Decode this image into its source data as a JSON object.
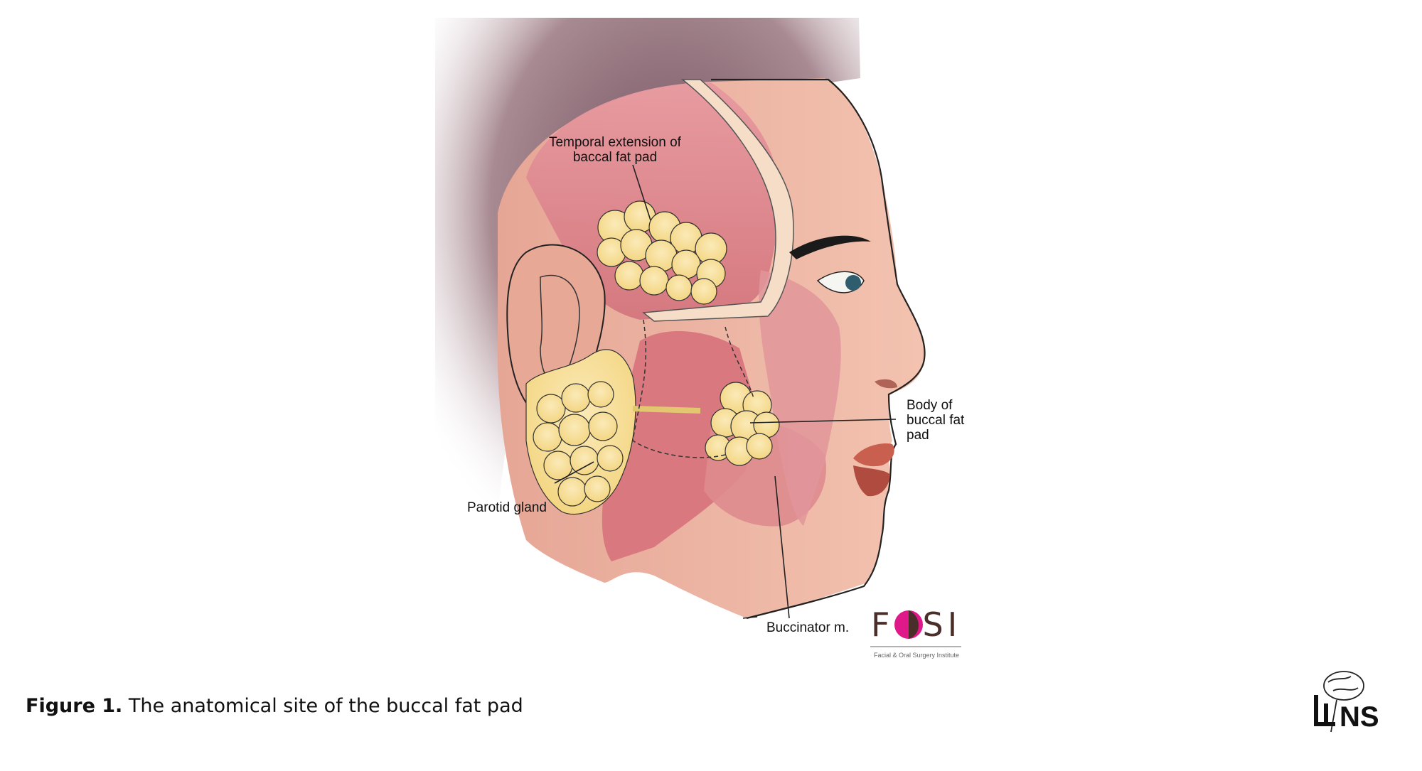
{
  "labels": {
    "temporal_extension": [
      "Temporal extension of",
      "baccal fat pad"
    ],
    "body_of_buccal_fat_pad": [
      "Body of",
      "buccal fat",
      "pad"
    ],
    "parotid_gland": "Parotid gland",
    "buccinator": "Buccinator m."
  },
  "caption": {
    "prefix": "Figure 1.",
    "text": " The anatomical site of the buccal fat pad"
  },
  "fosi_logo": {
    "letters": "FOSI",
    "tagline": "Facial & Oral Surgery Institute",
    "accent_color": "#e0198a",
    "dark_color": "#4a2e2a"
  },
  "inns_logo": {
    "letters": "INNS"
  },
  "colors": {
    "skin": "#f0b9a5",
    "muscle": "#dc8a8f",
    "fat": "#f6e09a",
    "hair": "#7d5a66",
    "lips": "#c9604f",
    "background": "#ffffff"
  }
}
